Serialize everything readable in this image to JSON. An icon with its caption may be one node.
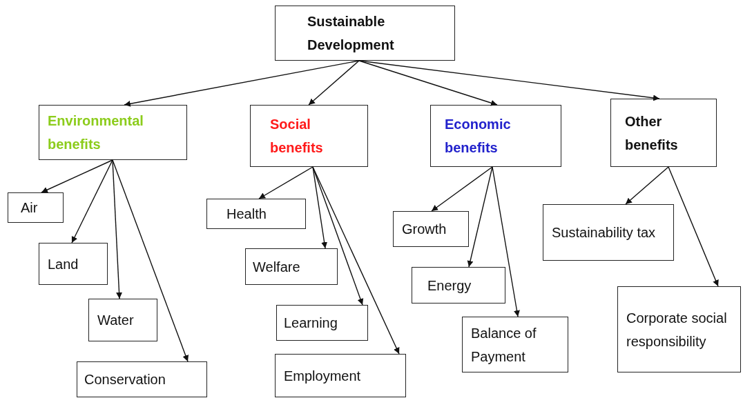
{
  "diagram": {
    "nodes": [
      {
        "text": [
          "Sustainable Development"
        ]
      },
      {
        "text": [
          "Environmental benefits"
        ]
      },
      {
        "text": [
          "Social benefits"
        ]
      },
      {
        "text": [
          "Economic benefits"
        ]
      },
      {
        "text": [
          "Other benefits"
        ]
      },
      {
        "text": [
          "Air"
        ]
      },
      {
        "text": [
          "Land"
        ]
      },
      {
        "text": [
          "Water"
        ]
      },
      {
        "text": [
          "Conservation"
        ]
      },
      {
        "text": [
          "Health"
        ]
      },
      {
        "text": [
          "Welfare"
        ]
      },
      {
        "text": [
          "Learning"
        ]
      },
      {
        "text": [
          "Employment"
        ]
      },
      {
        "text": [
          "Growth"
        ]
      },
      {
        "text": [
          "Energy"
        ]
      },
      {
        "text": [
          "Balance of Payment"
        ]
      },
      {
        "text": [
          "Sustainability tax"
        ]
      },
      {
        "text": [
          "Corporate social responsibility"
        ]
      }
    ],
    "edges": [
      {
        "from": 0,
        "to": 1,
        "arrow": "to"
      },
      {
        "from": 0,
        "to": 2,
        "arrow": "to"
      },
      {
        "from": 0,
        "to": 3,
        "arrow": "to"
      },
      {
        "from": 0,
        "to": 4,
        "arrow": "to"
      },
      {
        "from": 1,
        "to": 5,
        "arrow": "to"
      },
      {
        "from": 1,
        "to": 6,
        "arrow": "to"
      },
      {
        "from": 1,
        "to": 7,
        "arrow": "to"
      },
      {
        "from": 1,
        "to": 8,
        "arrow": "to"
      },
      {
        "from": 2,
        "to": 9,
        "arrow": "to"
      },
      {
        "from": 2,
        "to": 10,
        "arrow": "to"
      },
      {
        "from": 2,
        "to": 11,
        "arrow": "to"
      },
      {
        "from": 2,
        "to": 12,
        "arrow": "to"
      },
      {
        "from": 3,
        "to": 13,
        "arrow": "to"
      },
      {
        "from": 3,
        "to": 14,
        "arrow": "to"
      },
      {
        "from": 3,
        "to": 15,
        "arrow": "to"
      },
      {
        "from": 4,
        "to": 16,
        "arrow": "to"
      },
      {
        "from": 4,
        "to": 17,
        "arrow": "to"
      }
    ]
  }
}
